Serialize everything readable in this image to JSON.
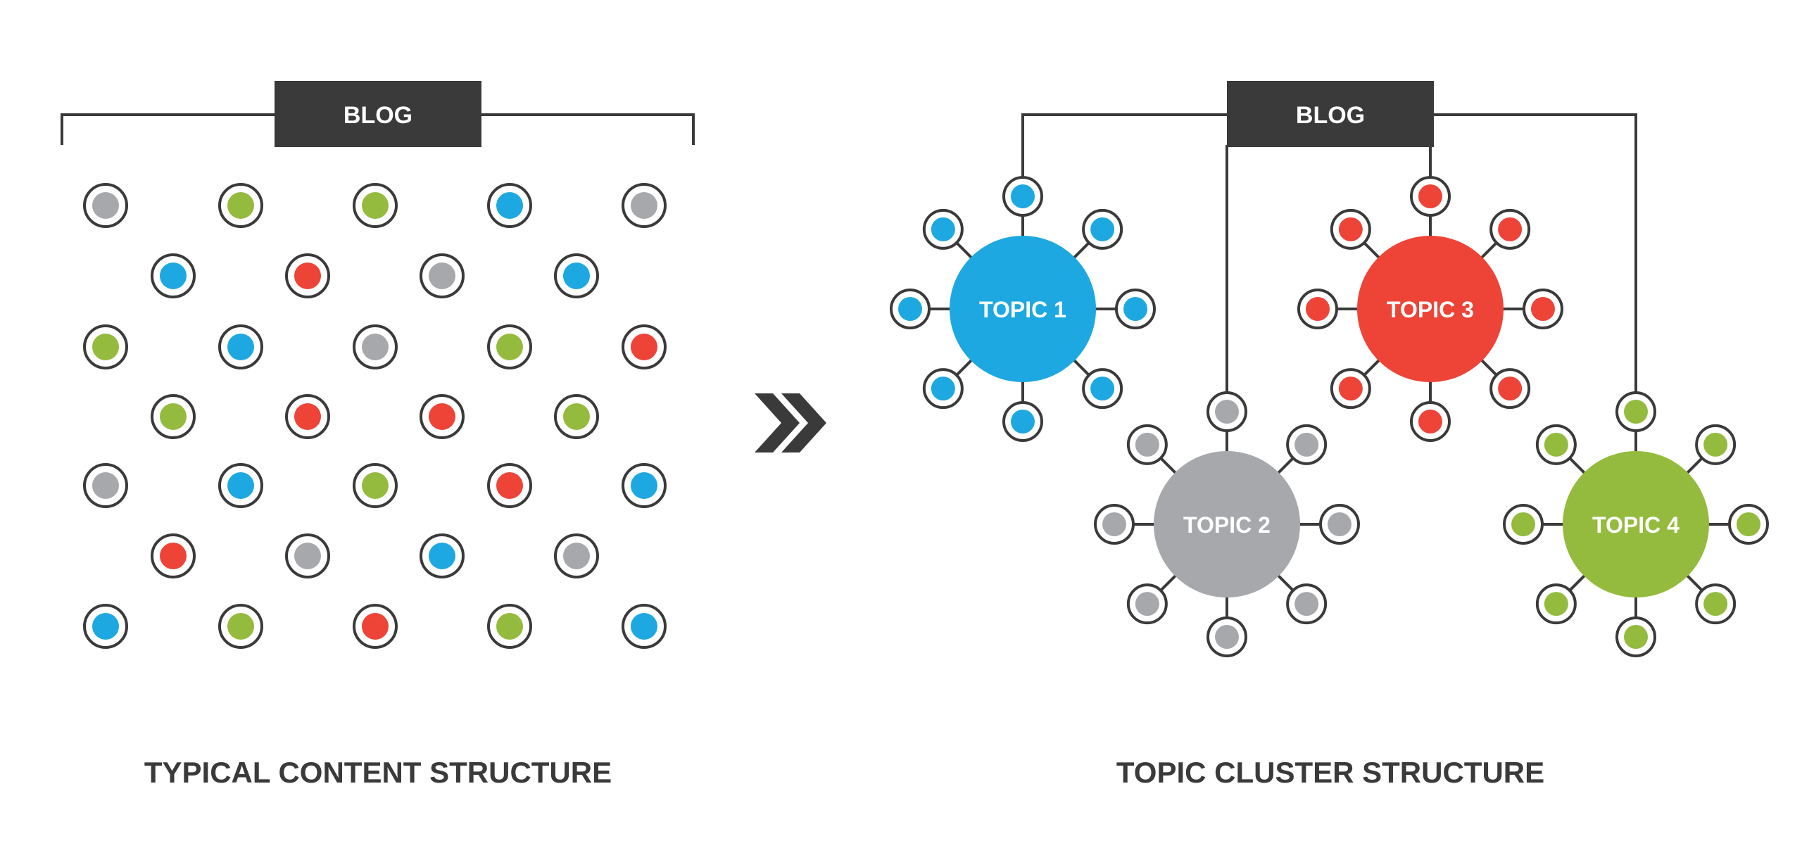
{
  "colors": {
    "ink": "#3a3a3a",
    "gray": "#a7a8ab",
    "green": "#94bb3d",
    "blue": "#1ea8e1",
    "red": "#ee4337",
    "white": "#ffffff"
  },
  "left_panel": {
    "root_label": "BLOG",
    "caption": "TYPICAL CONTENT STRUCTURE",
    "node_colors": [
      [
        "gray",
        "green",
        "green",
        "blue",
        "gray"
      ],
      [
        "blue",
        "red",
        "gray",
        "blue"
      ],
      [
        "green",
        "blue",
        "gray",
        "green",
        "red"
      ],
      [
        "green",
        "red",
        "red",
        "green"
      ],
      [
        "gray",
        "blue",
        "green",
        "red",
        "blue"
      ],
      [
        "red",
        "gray",
        "blue",
        "gray"
      ],
      [
        "blue",
        "green",
        "red",
        "green",
        "blue"
      ]
    ]
  },
  "arrow_icon": "double-chevron-right-icon",
  "right_panel": {
    "root_label": "BLOG",
    "caption": "TOPIC CLUSTER STRUCTURE",
    "clusters": [
      {
        "label": "TOPIC 1",
        "color": "blue"
      },
      {
        "label": "TOPIC 2",
        "color": "gray"
      },
      {
        "label": "TOPIC 3",
        "color": "red"
      },
      {
        "label": "TOPIC 4",
        "color": "green"
      }
    ]
  }
}
